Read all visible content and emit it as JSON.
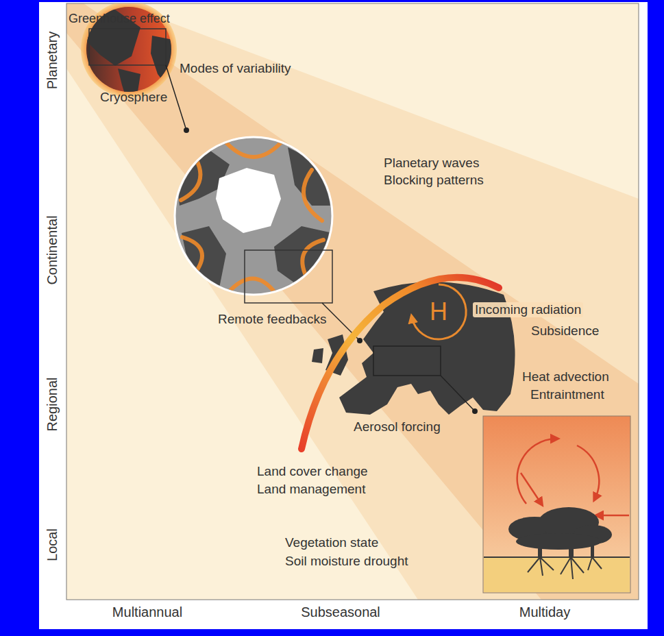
{
  "diagram": {
    "labels": [
      "Greenhouse effect",
      "Modes of variability",
      "Cryosphere",
      "Planetary waves",
      "Blocking patterns",
      "Remote feedbacks",
      "Incoming radiation",
      "Subsidence",
      "Heat advection",
      "Entraintment",
      "Aerosol forcing",
      "Land cover change",
      "Land management",
      "Vegetation state",
      "Soil moisture drought",
      "H",
      "Planetary",
      "Continental",
      "Regional",
      "Local",
      "Multiannual",
      "Subseasonal",
      "Multiday"
    ]
  }
}
